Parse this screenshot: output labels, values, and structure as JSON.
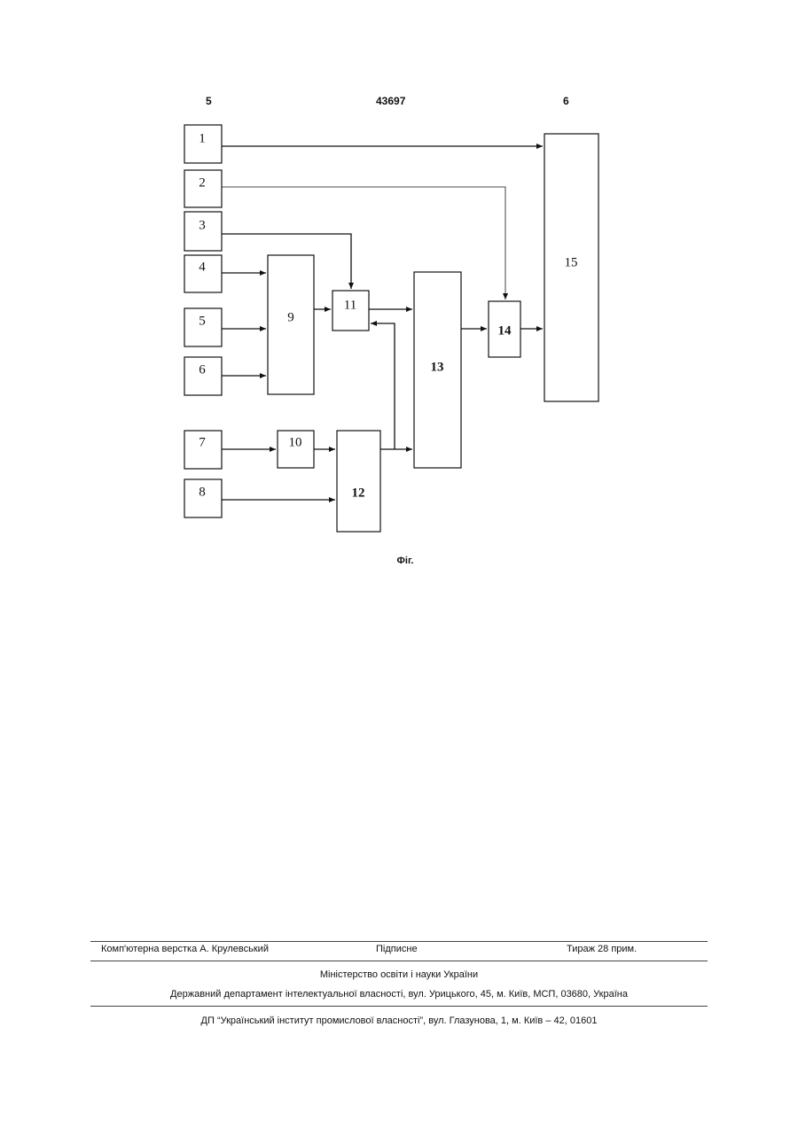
{
  "header": {
    "left_page": "5",
    "patent_number": "43697",
    "right_page": "6"
  },
  "diagram": {
    "blocks": [
      "1",
      "2",
      "3",
      "4",
      "5",
      "6",
      "7",
      "8",
      "9",
      "10",
      "11",
      "12",
      "13",
      "14",
      "15"
    ],
    "caption": "Фіг."
  },
  "footer": {
    "typesetter": "Комп'ютерна верстка А. Крулевський",
    "subscription": "Підписне",
    "circulation": "Тираж 28 прим.",
    "ministry": "Міністерство освіти і науки України",
    "department": "Державний департамент інтелектуальної власності, вул. Урицького, 45, м. Київ, МСП, 03680, Україна",
    "institute": "ДП “Український інститут промислової власності”, вул. Глазунова, 1, м. Київ – 42, 01601"
  }
}
